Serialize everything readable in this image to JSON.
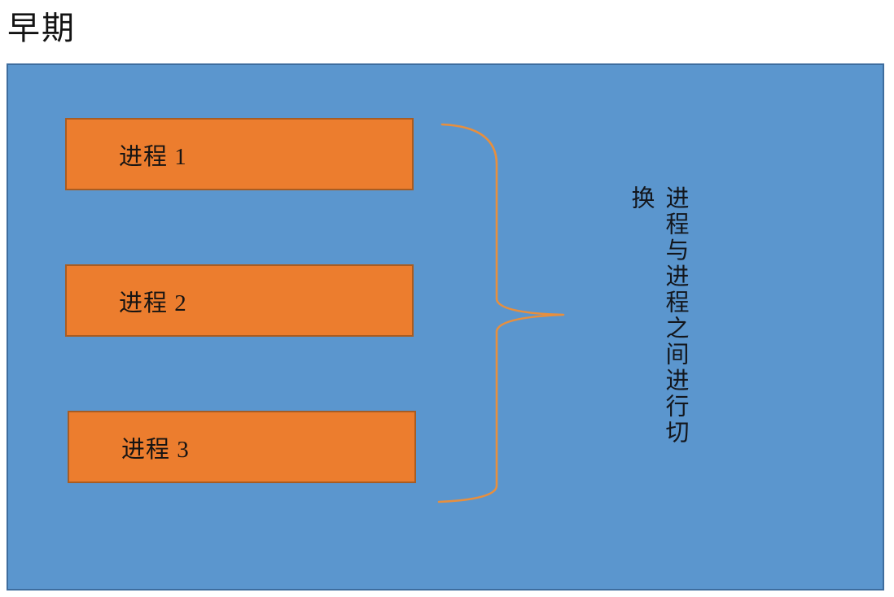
{
  "page": {
    "title": "早期"
  },
  "diagram": {
    "processes": [
      {
        "label": "进程 1"
      },
      {
        "label": "进程 2"
      },
      {
        "label": "进程 3"
      }
    ],
    "annotation": "进程与进程之间进行切换",
    "colors": {
      "container_fill": "#5b96ce",
      "container_border": "#3e6d9e",
      "process_fill": "#ec7d2e",
      "process_border": "#a85c22",
      "brace_stroke": "#e78f3e",
      "text": "#131313",
      "page_background": "#ffffff"
    },
    "icons": [
      {
        "name": "curly-brace-icon",
        "meaning": "groups the three process boxes and points to the annotation"
      }
    ]
  }
}
